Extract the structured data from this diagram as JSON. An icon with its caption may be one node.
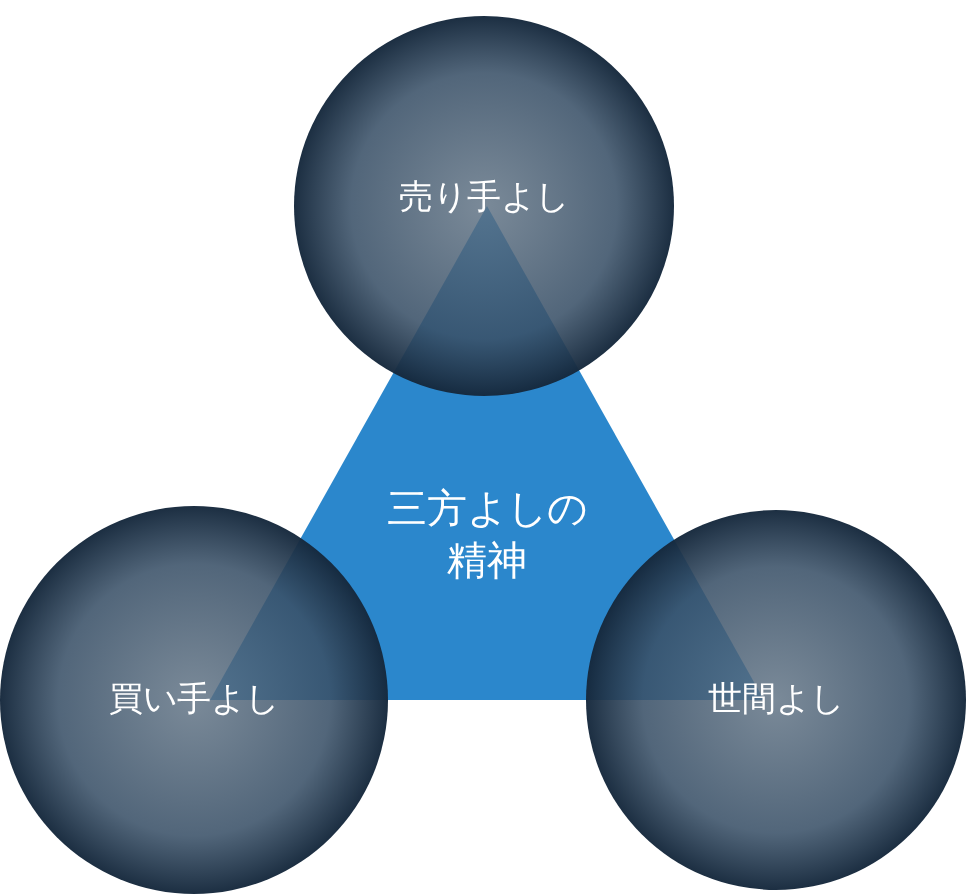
{
  "diagram": {
    "nodes": [
      {
        "text": [
          "売り手よし"
        ]
      },
      {
        "text": [
          "三方よしの精神"
        ]
      },
      {
        "text": [
          "買い手よし"
        ]
      },
      {
        "text": [
          "世間よし"
        ]
      }
    ]
  }
}
